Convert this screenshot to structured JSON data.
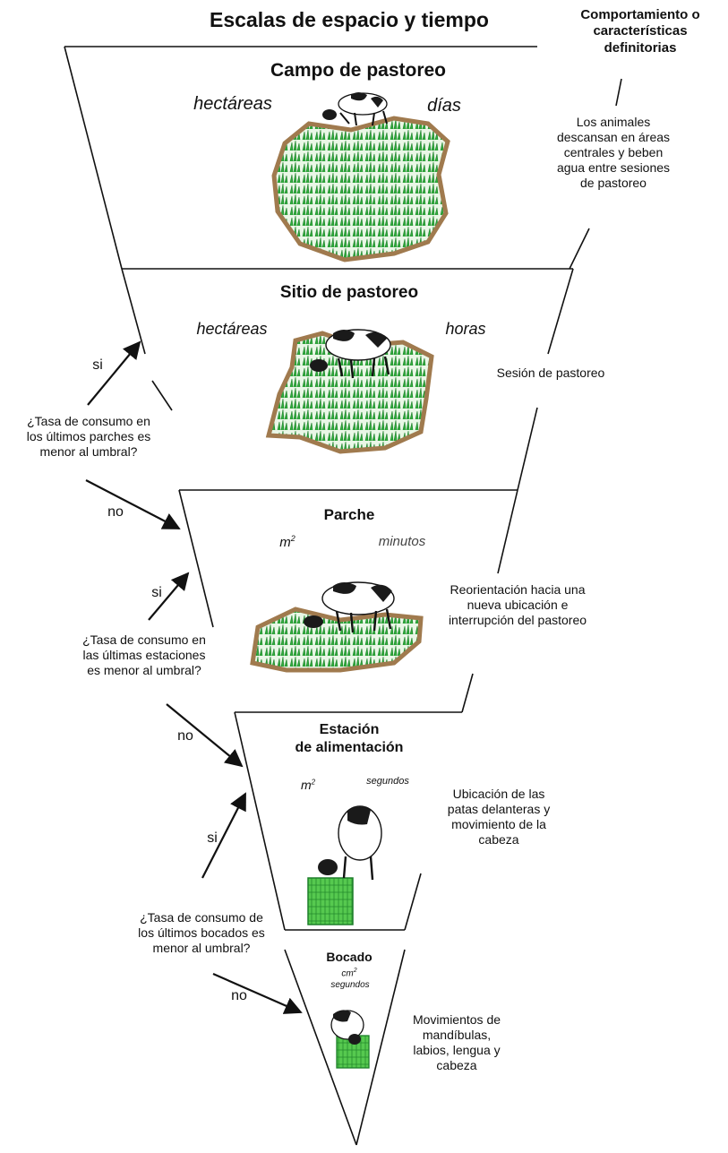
{
  "title": "Escalas de espacio y tiempo",
  "behavior_header": [
    "Comportamiento o",
    "características",
    "definitorias"
  ],
  "levels": [
    {
      "name": "Campo de pastoreo",
      "space": "hectáreas",
      "time": "días",
      "description": [
        "Los animales",
        "descansan en áreas",
        "centrales y beben",
        "agua entre sesiones",
        "de pastoreo"
      ]
    },
    {
      "name": "Sitio de pastoreo",
      "space": "hectáreas",
      "time": "horas",
      "description": [
        "Sesión de pastoreo"
      ]
    },
    {
      "name": "Parche",
      "space": "m",
      "space_sup": "2",
      "time": "minutos",
      "description": [
        "Reorientación hacia una",
        "nueva ubicación e",
        "interrupción del pastoreo"
      ]
    },
    {
      "name": [
        "Estación",
        "de alimentación"
      ],
      "space": "m",
      "space_sup": "2",
      "time": "segundos",
      "description": [
        "Ubicación de las",
        "patas delanteras y",
        "movimiento de la",
        "cabeza"
      ]
    },
    {
      "name": "Bocado",
      "space": "cm",
      "space_sup": "2",
      "time": "segundos",
      "description": [
        "Movimientos de",
        "mandíbulas,",
        "labios, lengua y",
        "cabeza"
      ]
    }
  ],
  "decisions": [
    {
      "question": [
        "¿Tasa de consumo en",
        "los últimos parches es",
        "menor al umbral?"
      ],
      "yes": "si",
      "no": "no"
    },
    {
      "question": [
        "¿Tasa de consumo en",
        "las últimas estaciones",
        "es menor al umbral?"
      ],
      "yes": "si",
      "no": "no"
    },
    {
      "question": [
        "¿Tasa de consumo de",
        "los últimos bocados es",
        "menor al umbral?"
      ],
      "yes": "si",
      "no": "no"
    }
  ],
  "colors": {
    "line": "#111111",
    "grass": "#2fae3c",
    "grass_dark": "#1d7f2a",
    "soil": "#a07a4e",
    "cow_black": "#1a1a1a",
    "hay": "#4cc24a"
  }
}
